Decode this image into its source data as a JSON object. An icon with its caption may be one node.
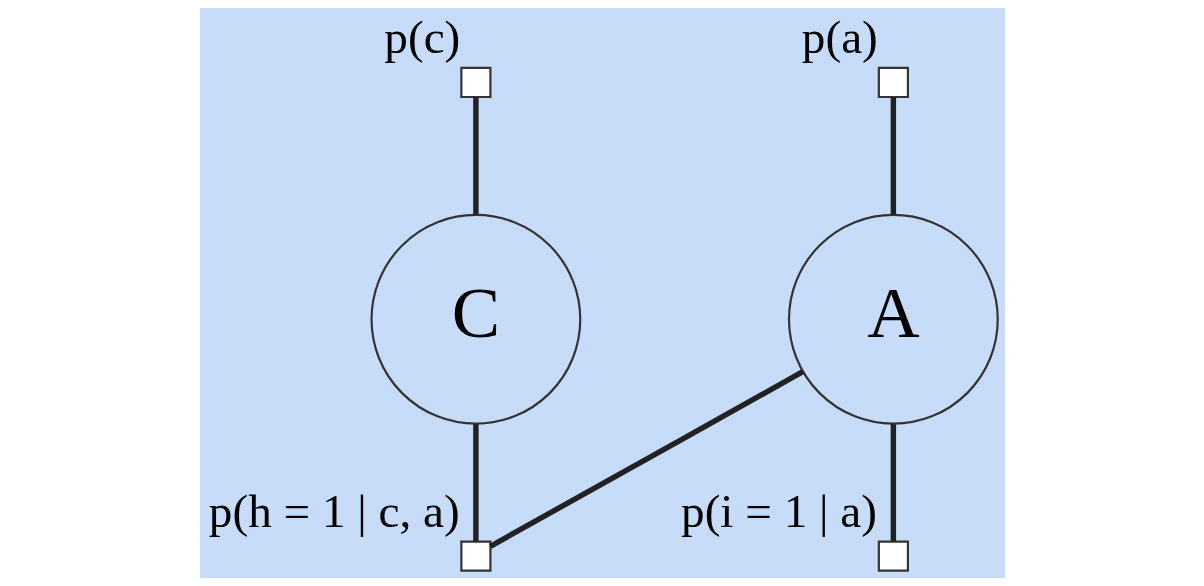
{
  "diagram": {
    "nodes": [
      {
        "text": [],
        "shape": "box",
        "beside": [
          "p(c)"
        ]
      },
      {
        "text": [],
        "shape": "box",
        "beside": [
          "p(a)"
        ]
      },
      {
        "text": [
          "C"
        ]
      },
      {
        "text": [
          "A"
        ]
      },
      {
        "text": [],
        "shape": "box",
        "beside": [
          "p(i = 1 | a)"
        ]
      },
      {
        "text": [],
        "shape": "box",
        "beside": [
          "p(h = 1 | c, a)"
        ]
      }
    ],
    "edges": [
      {
        "from": 0,
        "to": 2,
        "arrow": "none"
      },
      {
        "from": 1,
        "to": 3,
        "arrow": "none"
      },
      {
        "from": 3,
        "to": 4,
        "arrow": "none"
      },
      {
        "from": 2,
        "to": 5,
        "arrow": "none"
      },
      {
        "from": 5,
        "to": 3,
        "arrow": "none"
      }
    ]
  }
}
